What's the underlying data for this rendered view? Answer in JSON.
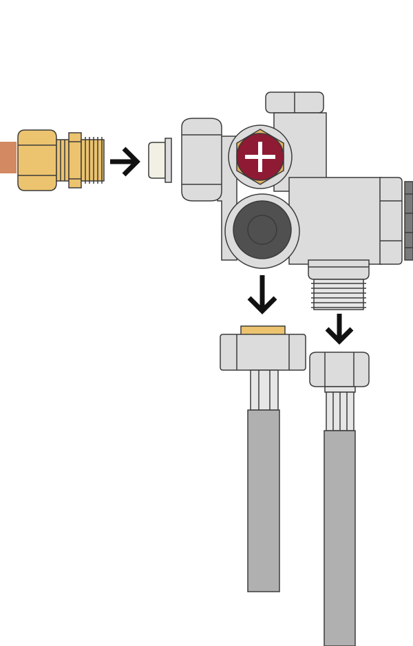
{
  "colors": {
    "background": "#ffffff",
    "outline": "#3a3a3a",
    "brass": "#ecc36f",
    "brass_dark": "#d9a94f",
    "copper": "#d38a63",
    "steel": "#dcdcdc",
    "steel_light": "#e6e6e6",
    "hose": "#b0b0b0",
    "hot_badge": "#8e1a33",
    "hot_badge_ring": "#e3b265",
    "washer": "#f2f0e4",
    "outlet_dark": "#505050",
    "arrow": "#111111"
  },
  "icons": {
    "hot_indicator": "plus-icon",
    "direction": "arrow-icon"
  },
  "parts": [
    "copper-supply-pipe",
    "brass-compression-nut",
    "compression-ferrule",
    "tee-valve-body",
    "hot-indicator-badge",
    "cold-outlet-port",
    "threaded-spigot",
    "large-hose-connector",
    "small-hose-connector"
  ]
}
